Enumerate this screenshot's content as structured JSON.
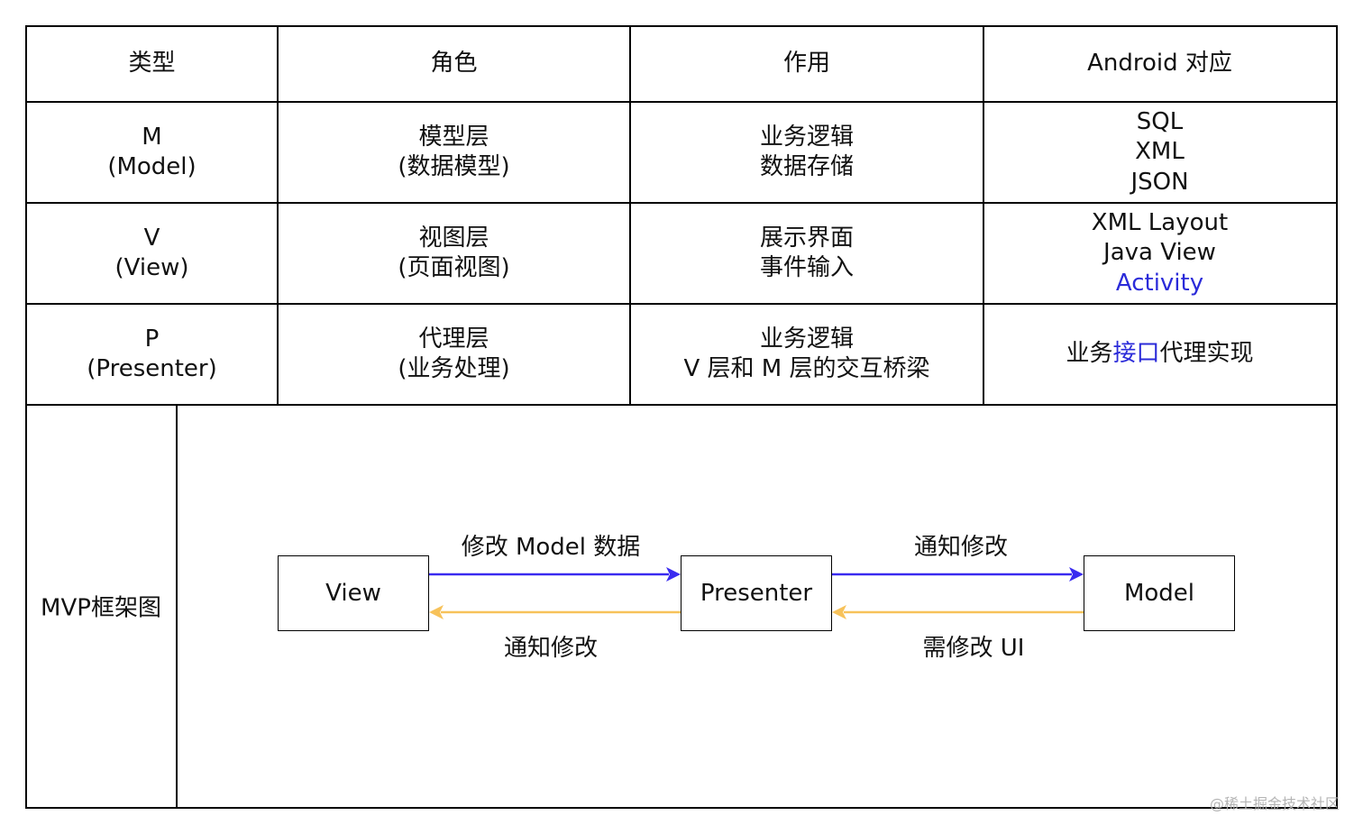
{
  "table": {
    "headers": [
      "类型",
      "角色",
      "作用",
      "Android 对应"
    ],
    "rows": [
      {
        "type": [
          "M",
          "(Model)"
        ],
        "role": [
          "模型层",
          "(数据模型)"
        ],
        "function": [
          "业务逻辑",
          "数据存储"
        ],
        "android": [
          "SQL",
          "XML",
          "JSON"
        ]
      },
      {
        "type": [
          "V",
          "(View)"
        ],
        "role": [
          "视图层",
          "(页面视图)"
        ],
        "function": [
          "展示界面",
          "事件输入"
        ],
        "android": [
          "XML Layout",
          "Java View",
          "Activity"
        ]
      },
      {
        "type": [
          "P",
          "(Presenter)"
        ],
        "role": [
          "代理层",
          "(业务处理)"
        ],
        "function": [
          "业务逻辑",
          "V 层和 M 层的交互桥梁"
        ],
        "android_parts": [
          "业务",
          "接口",
          "代理实现"
        ]
      }
    ]
  },
  "diagram": {
    "section_label": "MVP框架图",
    "boxes": {
      "view": "View",
      "presenter": "Presenter",
      "model": "Model"
    },
    "arrows": {
      "view_to_presenter": "修改 Model 数据",
      "presenter_to_view": "通知修改",
      "presenter_to_model": "通知修改",
      "model_to_presenter": "需修改 UI"
    }
  },
  "colors": {
    "accent_text": "#2b2bd9",
    "forward_arrow": "#3a2bf0",
    "backward_arrow": "#f7c25a",
    "grid": "#000000"
  },
  "watermark": "@稀土掘金技术社区"
}
